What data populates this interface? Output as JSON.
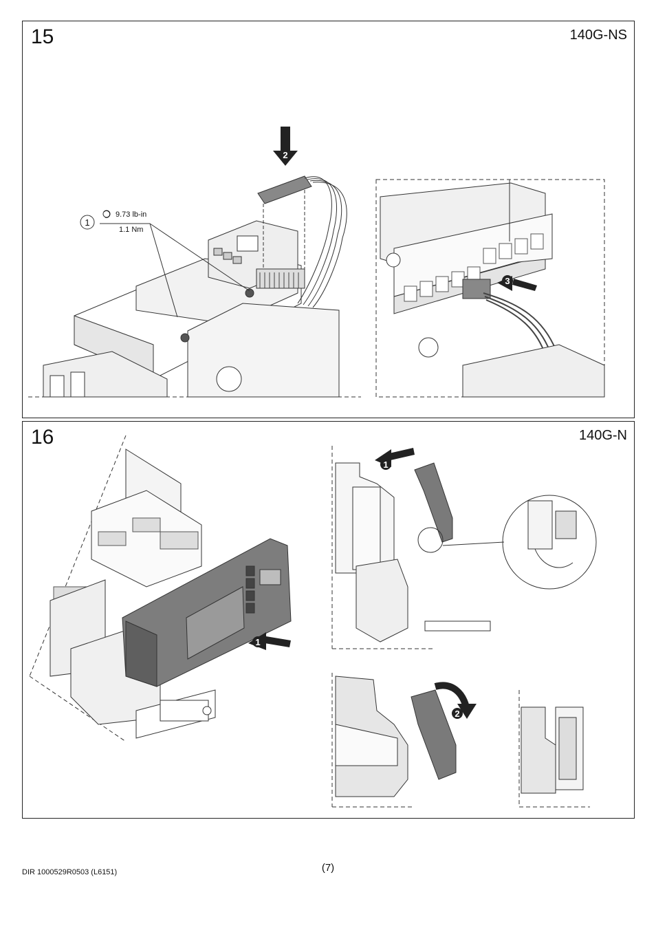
{
  "panels": [
    {
      "step": "15",
      "model": "140G-NS",
      "torque": {
        "callout": "1",
        "value_imperial": "9.73 lb-in",
        "value_metric": "1.1 Nm"
      },
      "step_badges": [
        "2",
        "3"
      ]
    },
    {
      "step": "16",
      "model": "140G-N",
      "step_badges": [
        "1",
        "1",
        "2"
      ]
    }
  ],
  "footer": {
    "document_code": "DIR 1000529R0503 (L6151)",
    "page_number": "(7)"
  }
}
